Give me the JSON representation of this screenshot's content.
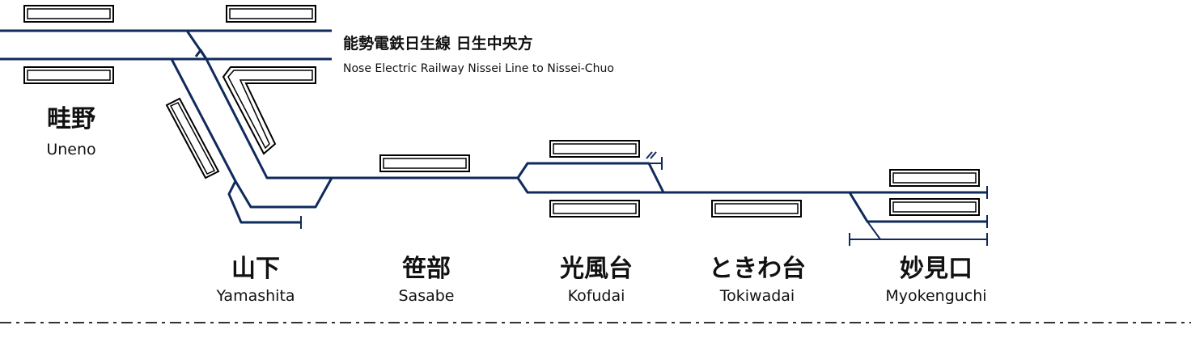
{
  "line": {
    "title_jp": "能勢電鉄日生線 日生中央方",
    "title_en": "Nose Electric Railway Nissei Line to Nissei-Chuo"
  },
  "stations": [
    {
      "jp": "畦野",
      "en": "Uneno"
    },
    {
      "jp": "山下",
      "en": "Yamashita"
    },
    {
      "jp": "笹部",
      "en": "Sasabe"
    },
    {
      "jp": "光風台",
      "en": "Kofudai"
    },
    {
      "jp": "ときわ台",
      "en": "Tokiwadai"
    },
    {
      "jp": "妙見口",
      "en": "Myokenguchi"
    }
  ],
  "colors": {
    "track": "#0f2a5c",
    "platform_border": "#000000",
    "background": "#ffffff"
  }
}
